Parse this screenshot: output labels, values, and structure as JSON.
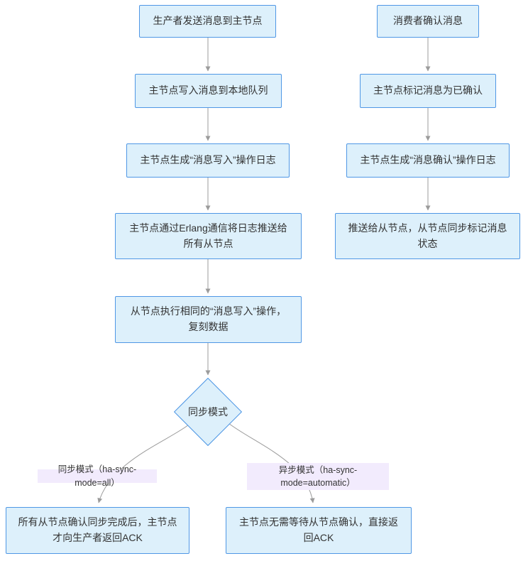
{
  "theme": {
    "background": "#ffffff",
    "node_fill": "#ddf0fb",
    "node_border": "#4f97e5",
    "edge_label_bg": "#f2ebfd",
    "arrow_color": "#9b9b9b",
    "text_color": "#333333"
  },
  "write_flow": {
    "n1": "生产者发送消息到主节点",
    "n2": "主节点写入消息到本地队列",
    "n3": "主节点生成“消息写入”操作日志",
    "n4": "主节点通过Erlang通信将日志推送给\n所有从节点",
    "n5": "从节点执行相同的“消息写入”操作，\n复刻数据",
    "decision": "同步模式",
    "sync_branch_label": "同步模式（ha-sync-mode=all）",
    "sync_result": "所有从节点确认同步完成后，主节点\n才向生产者返回ACK",
    "async_branch_label": "异步模式（ha-sync-\nmode=automatic）",
    "async_result": "主节点无需等待从节点确认，直接返\n回ACK"
  },
  "ack_flow": {
    "n1": "消费者确认消息",
    "n2": "主节点标记消息为已确认",
    "n3": "主节点生成“消息确认”操作日志",
    "n4": "推送给从节点，从节点同步标记消息\n状态"
  }
}
